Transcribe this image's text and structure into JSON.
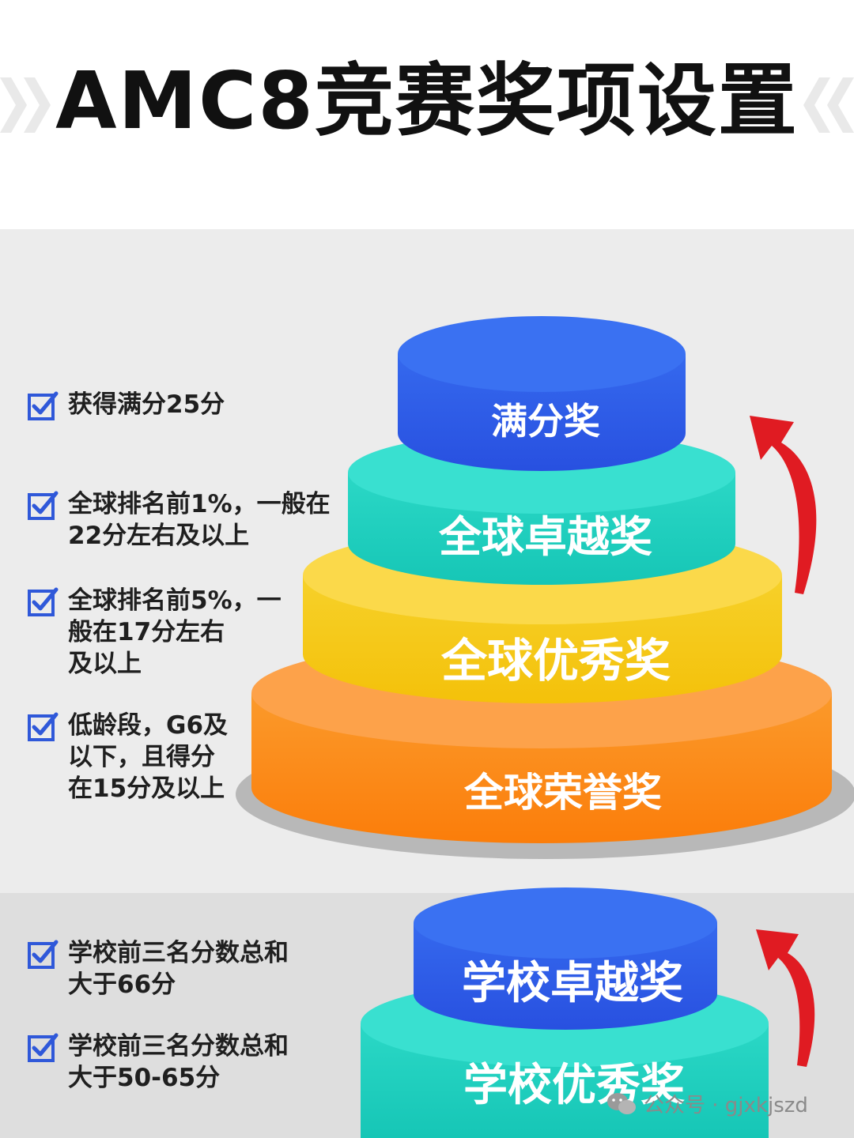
{
  "title": "AMC8竞赛奖项设置",
  "individual_awards": {
    "tiers": [
      {
        "label": "满分奖",
        "color": "#2f5bea"
      },
      {
        "label": "全球卓越奖",
        "color": "#21cdbd"
      },
      {
        "label": "全球优秀奖",
        "color": "#f7c80f"
      },
      {
        "label": "全球荣誉奖",
        "color": "#fb8a16"
      }
    ],
    "criteria": [
      "获得满分25分",
      "全球排名前1%，一般在\n22分左右及以上",
      "全球排名前5%，一\n般在17分左右\n及以上",
      "低龄段，G6及\n以下，且得分\n在15分及以上"
    ]
  },
  "school_awards": {
    "tiers": [
      {
        "label": "学校卓越奖",
        "color": "#2f5bea"
      },
      {
        "label": "学校优秀奖",
        "color": "#21cdbd"
      }
    ],
    "criteria": [
      "学校前三名分数总和\n大于66分",
      "学校前三名分数总和\n大于50-65分"
    ]
  },
  "colors": {
    "arrow": "#e01b22",
    "checkbox": "#2f58d9",
    "title": "#111111"
  },
  "icons": [
    "checkbox-icon",
    "curved-arrow-up-icon",
    "chevron-icon",
    "wechat-icon"
  ],
  "watermark": "公众号 · gjxkjszd"
}
